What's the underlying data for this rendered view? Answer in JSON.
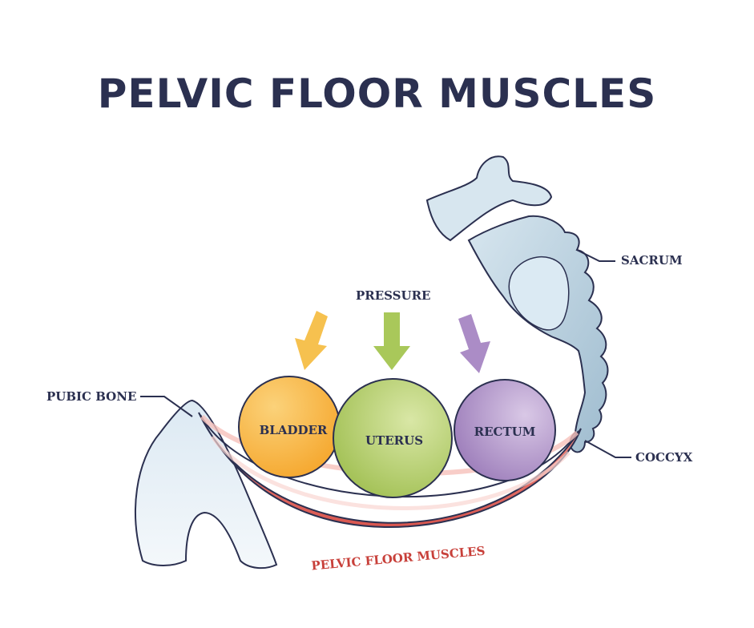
{
  "title": "PELVIC FLOOR MUSCLES",
  "labels": {
    "pressure": "PRESSURE",
    "sacrum": "SACRUM",
    "pubic_bone": "PUBIC BONE",
    "coccyx": "COCCYX",
    "pelvic_floor_muscles": "PELVIC FLOOR MUSCLES"
  },
  "organs": {
    "bladder": "BLADDER",
    "uterus": "UTERUS",
    "rectum": "RECTUM"
  },
  "colors": {
    "title": "#2b3050",
    "outline": "#2b3050",
    "bladder": "#f7b43c",
    "uterus": "#a9c85a",
    "rectum": "#a98bc4",
    "muscle": "#e06a63",
    "muscle_label": "#c8403a",
    "bone": "#c9dcea",
    "sacrum": "#a9c4d6"
  }
}
